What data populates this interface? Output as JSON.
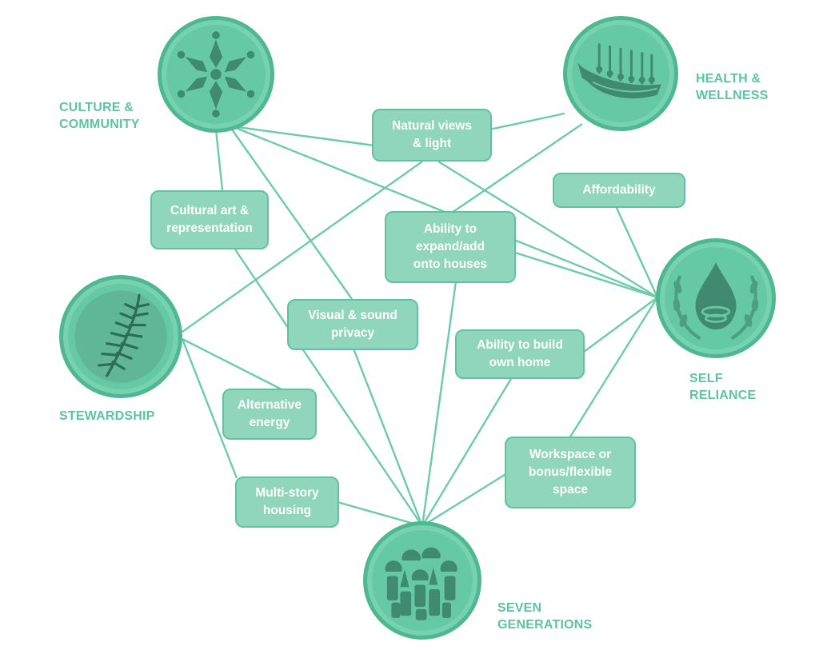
{
  "hubs": {
    "culture": {
      "label": "CULTURE &\nCOMMUNITY",
      "icon": "star-flower-icon"
    },
    "health": {
      "label": "HEALTH &\nWELLNESS",
      "icon": "canoe-icon"
    },
    "self_reliance": {
      "label": "SELF\nRELIANCE",
      "icon": "water-drop-icon"
    },
    "stewardship": {
      "label": "STEWARDSHIP",
      "icon": "cedar-branch-icon"
    },
    "seven_generations": {
      "label": "SEVEN\nGENERATIONS",
      "icon": "people-group-icon"
    }
  },
  "attributes": {
    "natural_views": "Natural views\n& light",
    "affordability": "Affordability",
    "cultural_art": "Cultural art &\nrepresentation",
    "expand_houses": "Ability to\nexpand/add\nonto houses",
    "privacy": "Visual & sound\nprivacy",
    "build_home": "Ability to build\nown home",
    "alt_energy": "Alternative\nenergy",
    "workspace": "Workspace or\nbonus/flexible\nspace",
    "multi_story": "Multi-story\nhousing"
  },
  "colors": {
    "accent": "#5fc3a1",
    "box_fill": "#8fd6bc",
    "hub_fill": "#66c9a6",
    "icon_dark": "#3f8a70"
  }
}
